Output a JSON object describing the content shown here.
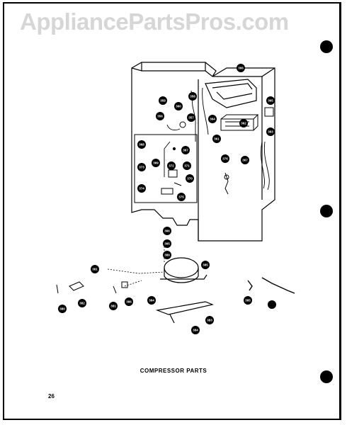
{
  "watermark": "AppliancePartsPros.com",
  "caption": "COMPRESSOR PARTS",
  "page_number": "26",
  "callouts": [
    "366",
    "359",
    "360",
    "357",
    "358",
    "364",
    "365",
    "362",
    "361",
    "363",
    "356",
    "367",
    "368",
    "369",
    "372",
    "371",
    "370",
    "373",
    "374",
    "375",
    "376",
    "367",
    "366",
    "365",
    "389",
    "381",
    "380",
    "382",
    "381",
    "386",
    "385",
    "384",
    "383",
    "384",
    "385"
  ]
}
